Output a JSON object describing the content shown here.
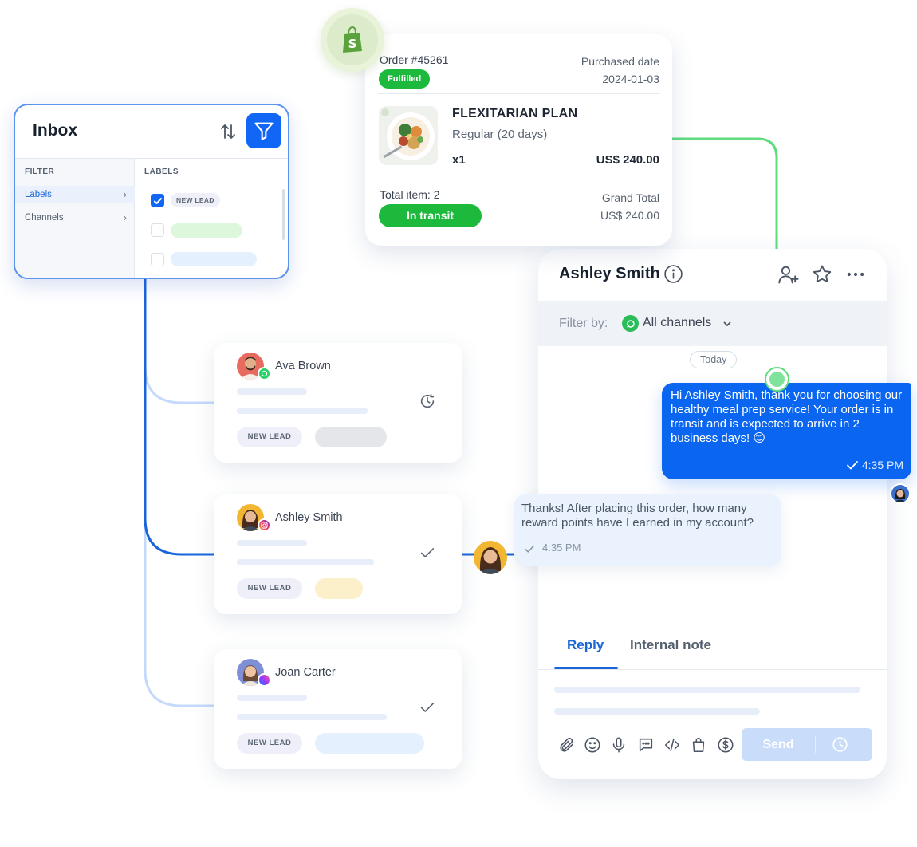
{
  "inbox": {
    "title": "Inbox",
    "filter_heading": "FILTER",
    "labels_heading": "LABELS",
    "filter_items": [
      {
        "label": "Labels",
        "active": true
      },
      {
        "label": "Channels",
        "active": false
      }
    ],
    "label_options": [
      {
        "label": "NEW LEAD",
        "checked": true
      },
      {
        "label": "",
        "checked": false,
        "color": "#dcf7dc"
      },
      {
        "label": "",
        "checked": false,
        "color": "#e4f0fd"
      }
    ],
    "icons": {
      "sort": "sort-icon",
      "filter": "filter-icon"
    }
  },
  "order": {
    "order_number": "Order #45261",
    "status": "Fulfilled",
    "purchased_label": "Purchased date",
    "purchased_date": "2024-01-03",
    "product_name": "FLEXITARIAN PLAN",
    "product_variant": "Regular (20 days)",
    "quantity": "x1",
    "price": "US$ 240.00",
    "total_items": "Total item: 2",
    "shipping_status": "In transit",
    "grand_total_label": "Grand Total",
    "grand_total": "US$ 240.00",
    "icons": {
      "store": "shopify-icon"
    }
  },
  "conversations": [
    {
      "name": "Ava Brown",
      "channel": "whatsapp",
      "label": "NEW LEAD",
      "status_icon": "clock-icon",
      "extra_pill_color": "#e4e6ea"
    },
    {
      "name": "Ashley Smith",
      "channel": "instagram",
      "label": "NEW LEAD",
      "status_icon": "check-icon",
      "extra_pill_color": "#fbf0c9"
    },
    {
      "name": "Joan Carter",
      "channel": "messenger",
      "label": "NEW LEAD",
      "status_icon": "check-icon",
      "extra_pill_color": "#e4f0fd"
    }
  ],
  "chat": {
    "contact_name": "Ashley Smith",
    "filter_label": "Filter by:",
    "channel_filter": "All channels",
    "date_separator": "Today",
    "outgoing_message": "Hi Ashley Smith, thank you for choosing our healthy meal prep service!  Your order is in transit and is expected to arrive in 2 business days! 😊",
    "outgoing_time": "4:35 PM",
    "incoming_message": "Thanks! After placing this order, how many reward points have I earned in my account?",
    "incoming_time": "4:35 PM",
    "tabs": [
      {
        "label": "Reply",
        "active": true
      },
      {
        "label": "Internal note",
        "active": false
      }
    ],
    "send_label": "Send",
    "toolbar_icons": [
      "attachment-icon",
      "emoji-icon",
      "microphone-icon",
      "quick-reply-icon",
      "code-icon",
      "shopping-bag-icon",
      "dollar-icon"
    ],
    "header_icons": [
      "info-icon",
      "add-user-icon",
      "star-icon",
      "more-icon"
    ]
  },
  "colors": {
    "accent": "#1266f5",
    "success": "#1cb93d",
    "connector_green": "#5fdc7e",
    "connector_blue": "#1a66d8",
    "connector_light": "#c5dafa"
  }
}
